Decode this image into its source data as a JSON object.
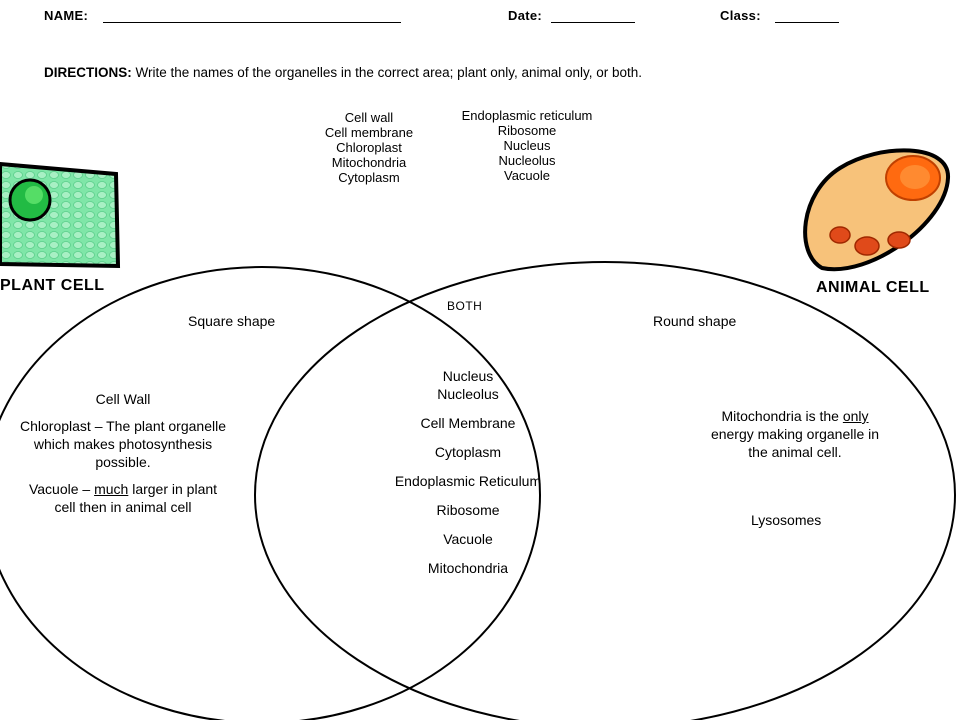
{
  "header": {
    "name_label": "NAME:",
    "date_label": "Date:",
    "class_label": "Class:"
  },
  "directions": {
    "label": "DIRECTIONS:",
    "text": "Write the names of the organelles in the correct area; plant only, animal only, or both."
  },
  "word_bank": {
    "column1": [
      "Cell wall",
      "Cell membrane",
      "Chloroplast",
      "Mitochondria",
      "Cytoplasm"
    ],
    "column2": [
      "Endoplasmic reticulum",
      "Ribosome",
      "Nucleus",
      "Nucleolus",
      "Vacuole"
    ]
  },
  "plant": {
    "label": "PLANT CELL",
    "shape": "Square shape",
    "wall": "Cell Wall",
    "chloroplast": "Chloroplast – The plant organelle which makes photosynthesis possible.",
    "vacuole_pre": "Vacuole – ",
    "vacuole_em": "much",
    "vacuole_post": " larger in plant cell then in animal cell"
  },
  "both": {
    "label": "BOTH",
    "nucleus": "Nucleus",
    "nucleolus": "Nucleolus",
    "membrane": "Cell Membrane",
    "cytoplasm": "Cytoplasm",
    "er": "Endoplasmic Reticulum",
    "ribosome": "Ribosome",
    "vacuole": "Vacuole",
    "mito": "Mitochondria"
  },
  "animal": {
    "label": "ANIMAL CELL",
    "shape": "Round shape",
    "mito_pre": "Mitochondria is the ",
    "mito_em": "only",
    "mito_post": " energy making organelle in the animal cell.",
    "lysosomes": "Lysosomes"
  },
  "colors": {
    "plant_fill": "#7fe6a8",
    "chloroplast": "#22bb44",
    "animal_fill": "#f7c27a",
    "animal_nucleus": "#ff6a10",
    "animal_organelle": "#e04a1a"
  }
}
